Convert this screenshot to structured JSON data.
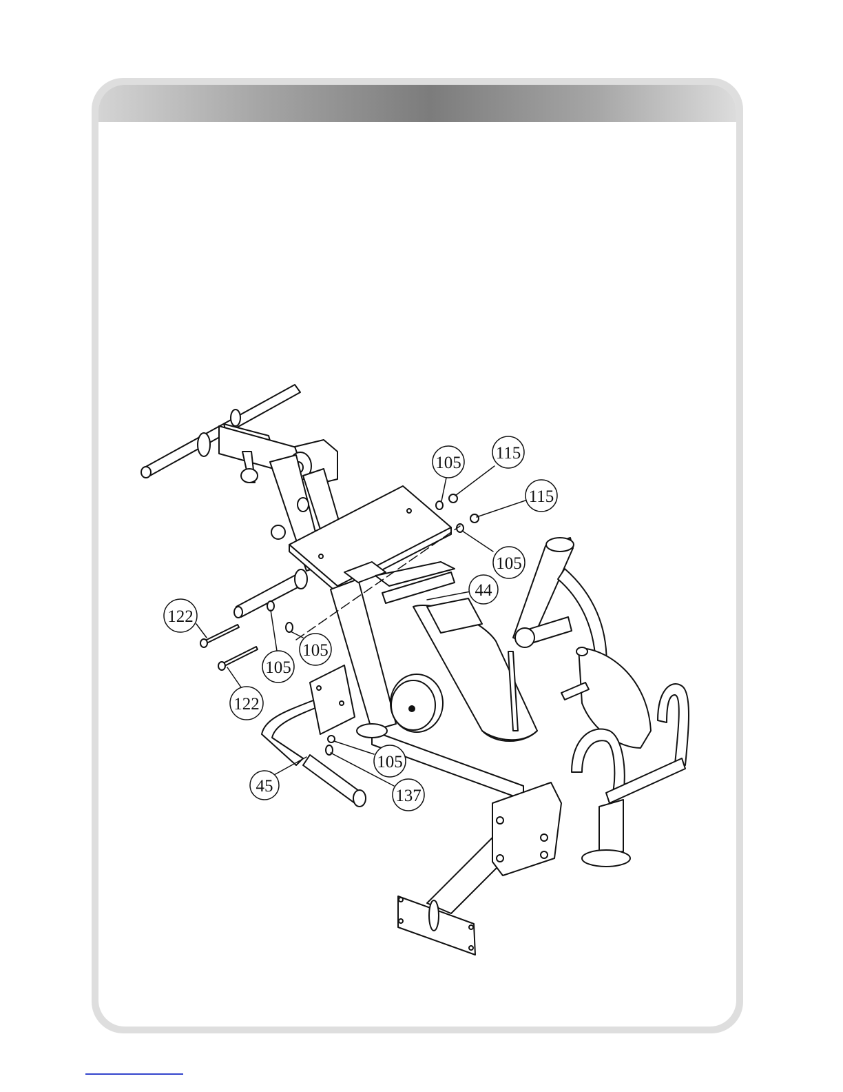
{
  "callouts": [
    {
      "id": "c105a",
      "label": "105"
    },
    {
      "id": "c115a",
      "label": "115"
    },
    {
      "id": "c115b",
      "label": "115"
    },
    {
      "id": "c105b",
      "label": "105"
    },
    {
      "id": "c44",
      "label": "44"
    },
    {
      "id": "c122a",
      "label": "122"
    },
    {
      "id": "c105c",
      "label": "105"
    },
    {
      "id": "c105d",
      "label": "105"
    },
    {
      "id": "c122b",
      "label": "122"
    },
    {
      "id": "c105e",
      "label": "105"
    },
    {
      "id": "c45",
      "label": "45"
    },
    {
      "id": "c137",
      "label": "137"
    }
  ]
}
